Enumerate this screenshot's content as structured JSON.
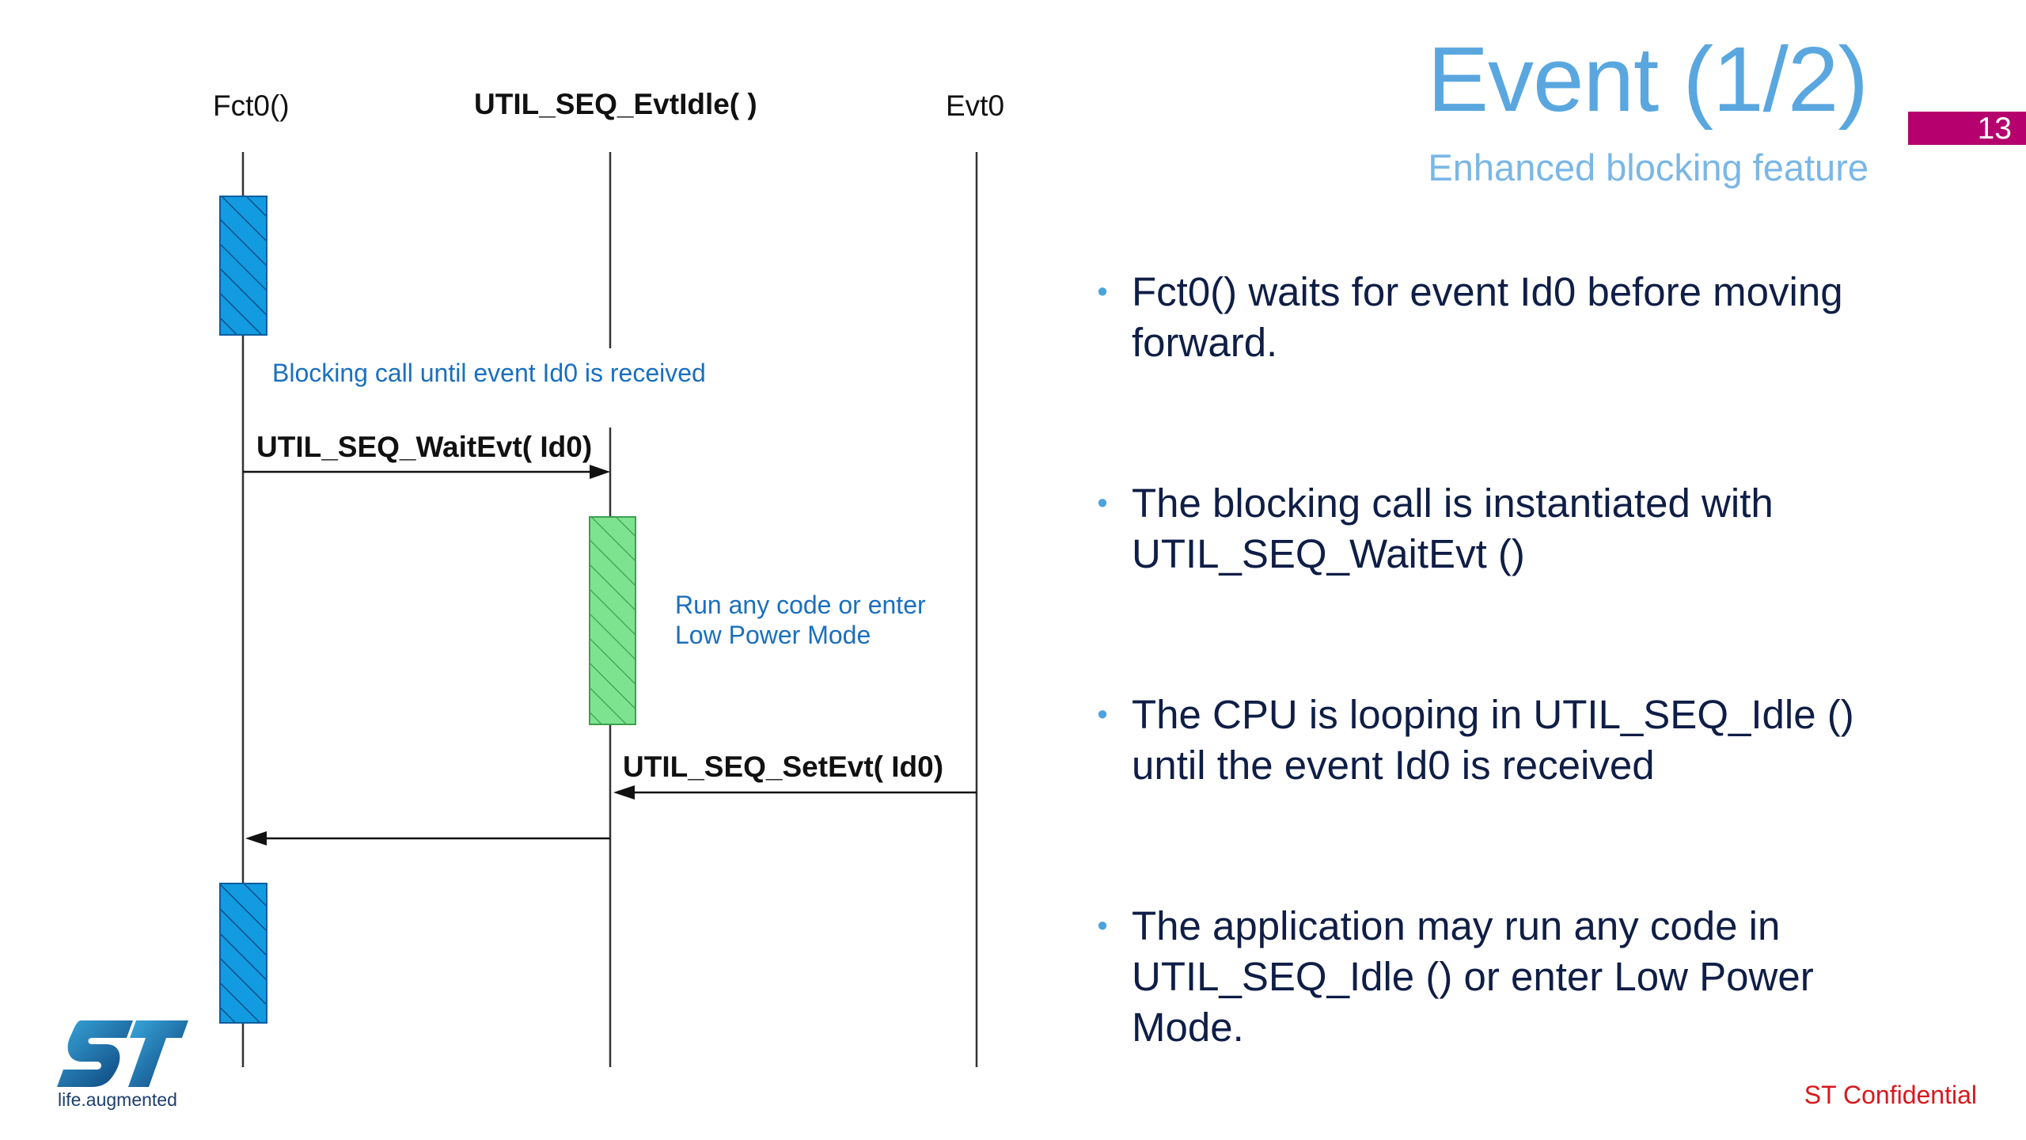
{
  "slide": {
    "title": "Event (1/2)",
    "subtitle": "Enhanced blocking feature",
    "page_number": "13",
    "confidential": "ST Confidential",
    "logo": {
      "tagline": "life.augmented"
    }
  },
  "bullets": [
    {
      "text": "Fct0() waits for event Id0 before moving forward."
    },
    {
      "text": "The blocking call is instantiated with UTIL_SEQ_WaitEvt ()"
    },
    {
      "text": "The CPU is looping in UTIL_SEQ_Idle () until the event Id0 is received"
    },
    {
      "text": "The application may run any code in UTIL_SEQ_Idle () or enter Low Power Mode."
    }
  ],
  "diagram": {
    "lifelines": [
      {
        "label": "Fct0()"
      },
      {
        "label": "UTIL_SEQ_EvtIdle( )"
      },
      {
        "label": "Evt0"
      }
    ],
    "messages": [
      {
        "label": "UTIL_SEQ_WaitEvt( Id0)"
      },
      {
        "label": "UTIL_SEQ_SetEvt( Id0)"
      }
    ],
    "notes": {
      "blocking": "Blocking call until event Id0 is received",
      "idle_line1": "Run any code or enter",
      "idle_line2": "Low Power Mode"
    }
  },
  "colors": {
    "accent_blue": "#5aa7df",
    "page_tab": "#b5006d",
    "active_block": "#129be0",
    "idle_block": "#7ee38f",
    "note_text": "#1a6fbf",
    "bullet_text": "#0f1e46",
    "confidential": "#d7191c"
  }
}
